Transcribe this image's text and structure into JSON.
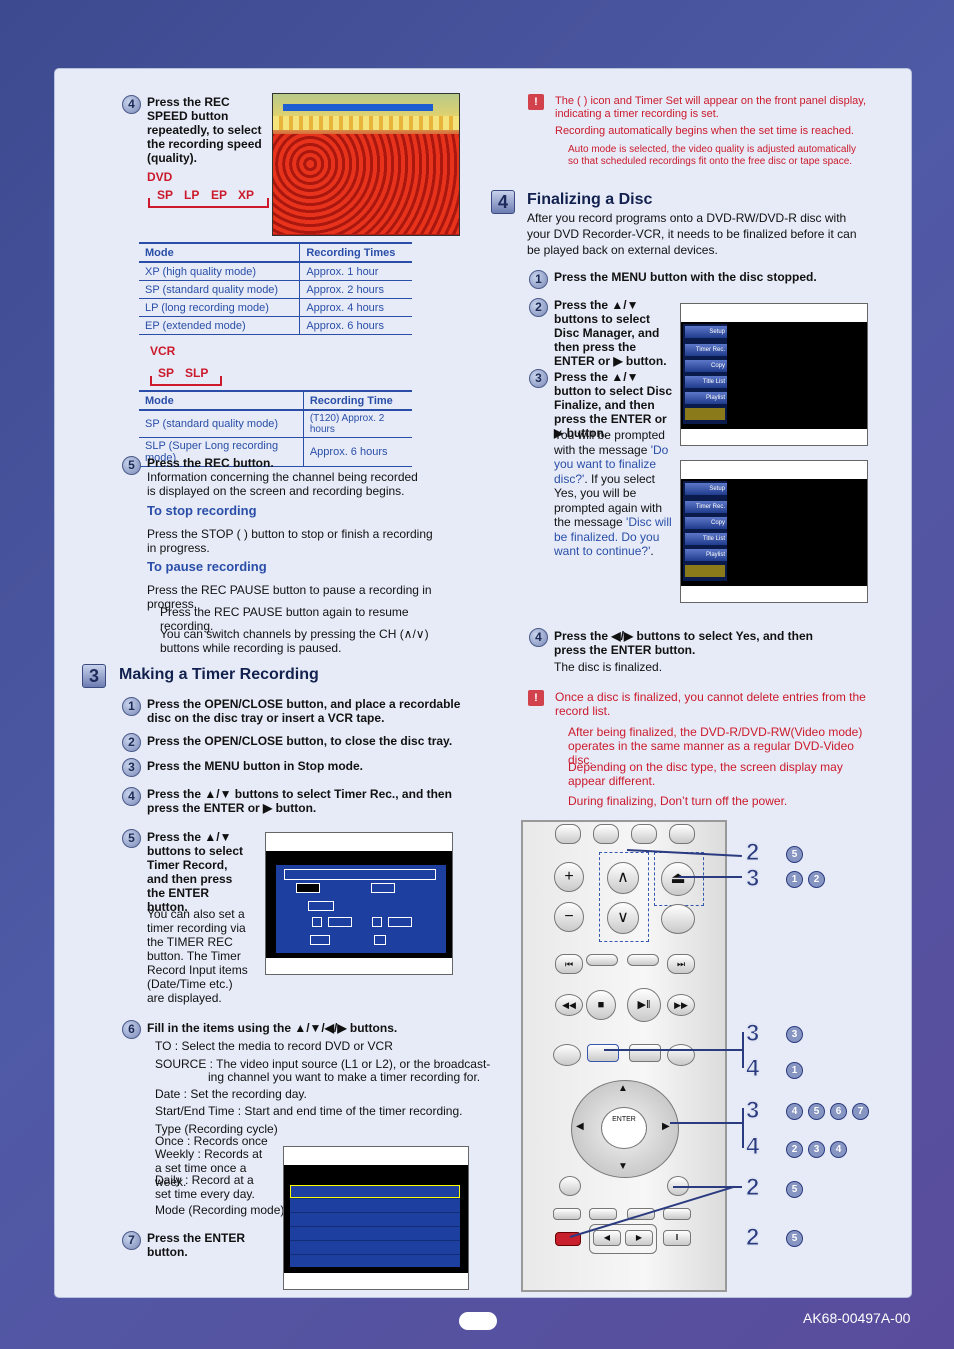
{
  "step4_rec_speed": {
    "num": "4",
    "text_bold_a": "Press the ",
    "key": "REC SPEED",
    "text_b": "button repeatedly, to select the recording speed (quality)."
  },
  "dvd": {
    "label": "DVD",
    "modes": [
      "SP",
      "LP",
      "EP",
      "XP"
    ],
    "table_head": [
      "Mode",
      "Recording Times"
    ],
    "rows": [
      [
        "XP (high quality mode)",
        "Approx. 1 hour"
      ],
      [
        "SP (standard quality mode)",
        "Approx. 2 hours"
      ],
      [
        "LP (long recording mode)",
        "Approx. 4 hours"
      ],
      [
        "EP (extended mode)",
        "Approx. 6 hours"
      ]
    ]
  },
  "vcr": {
    "label": "VCR",
    "modes": [
      "SP",
      "SLP"
    ],
    "table_head": [
      "Mode",
      "Recording Time"
    ],
    "rows": [
      [
        "SP (standard quality mode)",
        "(T120) Approx. 2 hours"
      ],
      [
        "SLP (Super Long recording mode)",
        "Approx. 6 hours"
      ]
    ]
  },
  "step5_rec": {
    "num": "5",
    "title": "Press the REC button.",
    "body": "Information concerning the channel being recorded is displayed on the screen and recording begins."
  },
  "stop": {
    "heading": "To stop recording",
    "body": "Press the STOP (   ) button to stop or finish a recording in progress."
  },
  "pause": {
    "heading": "To pause recording",
    "line1": "Press the REC PAUSE button to pause a recording in progress.",
    "line2": "Press the REC PAUSE button again to resume recording.",
    "line3": "You can switch channels by pressing the CH (∧/∨) buttons while recording is paused."
  },
  "timer": {
    "num": "3",
    "heading": "Making a Timer Recording",
    "s1": "Press the OPEN/CLOSE button, and place a recordable disc on the disc tray or insert a VCR tape.",
    "s2": "Press the OPEN/CLOSE button, to close the disc tray.",
    "s3": "Press the MENU button in Stop mode.",
    "s4": "Press the ▲/▼ buttons to select Timer Rec., and then press the ENTER or ▶ button.",
    "s5_title": "Press the ▲/▼ buttons to select Timer Record, and then press the ENTER button.",
    "s5_body": "You can also set a timer recording via the TIMER REC button. The Timer Record Input items (Date/Time etc.) are displayed.",
    "s6_title": "Fill in the items using the ▲/▼/◀/▶ buttons.",
    "s6_to": "TO : Select the media to record DVD or VCR",
    "s6_source": "SOURCE : The video input source (L1 or L2), or the broadcast-",
    "s6_source2": "ing channel you want to make a timer recording for.",
    "s6_date": "Date : Set the recording day.",
    "s6_time": "Start/End Time : Start and end time of the timer recording.",
    "s6_type": "Type (Recording cycle)",
    "s6_once": "Once : Records once",
    "s6_weekly": "Weekly : Records at a set time once a week.",
    "s6_daily": "Daily : Record at a set time every day.",
    "s6_mode": "Mode (Recording mode)",
    "s7": "Press the ENTER button."
  },
  "notes_top": {
    "n1": "The (   ) icon and Timer Set will appear on the front panel display, indicating a timer recording is set.",
    "n2": "Recording automatically begins when the set time is reached.",
    "n3": "Auto mode is selected, the video quality is adjusted automatically so that scheduled recordings fit onto the free disc or tape space."
  },
  "finalize": {
    "num": "4",
    "heading": "Finalizing a Disc",
    "intro": "After you record programs onto a DVD-RW/DVD-R disc with your DVD Recorder-VCR, it needs to be finalized before it can be played back on external devices.",
    "s1": "Press the MENU button with the disc stopped.",
    "s2": "Press the ▲/▼ buttons to select Disc Manager, and then press the ENTER or ▶ button.",
    "s3_title": "Press the ▲/▼ button to select Disc Finalize, and then press the ENTER or ▶ button.",
    "s3_a": "You will be prompted with the message ",
    "s3_q1": "'Do you want to finalize disc?'",
    "s3_b": ". If you select Yes, you will be prompted again with the message ",
    "s3_q2": "'Disc will be finalized. Do you want to continue?'",
    "s3_c": ".",
    "s4_title": "Press the ◀/▶ buttons to select Yes, and then press the ENTER button.",
    "s4_body": "The disc is finalized.",
    "n1": "Once a disc is finalized, you cannot delete entries from the record list.",
    "n2": "After being finalized, the DVD-R/DVD-RW(Video mode) operates in the same manner as a regular DVD-Video disc.",
    "n3": "Depending on the disc type, the screen display may appear different.",
    "n4": "During finalizing, Don’t turn off the power."
  },
  "menu_screen": {
    "items": [
      "Setup",
      "Timer Rec.",
      "Copy",
      "Title List",
      "Playlist"
    ]
  },
  "remote": {
    "enter_label": "ENTER"
  },
  "callouts": [
    {
      "big": "2",
      "small": [
        "5"
      ]
    },
    {
      "big": "3",
      "small": [
        "1",
        "2"
      ]
    },
    {
      "big": "3",
      "small": [
        "3"
      ]
    },
    {
      "big": "4",
      "small": [
        "1"
      ]
    },
    {
      "big": "3",
      "small": [
        "4",
        "5",
        "6",
        "7"
      ]
    },
    {
      "big": "4",
      "small": [
        "2",
        "3",
        "4"
      ]
    },
    {
      "big": "2",
      "small": [
        "5"
      ]
    },
    {
      "big": "2",
      "small": [
        "5"
      ]
    }
  ],
  "footer": {
    "code": "AK68-00497A-00"
  }
}
